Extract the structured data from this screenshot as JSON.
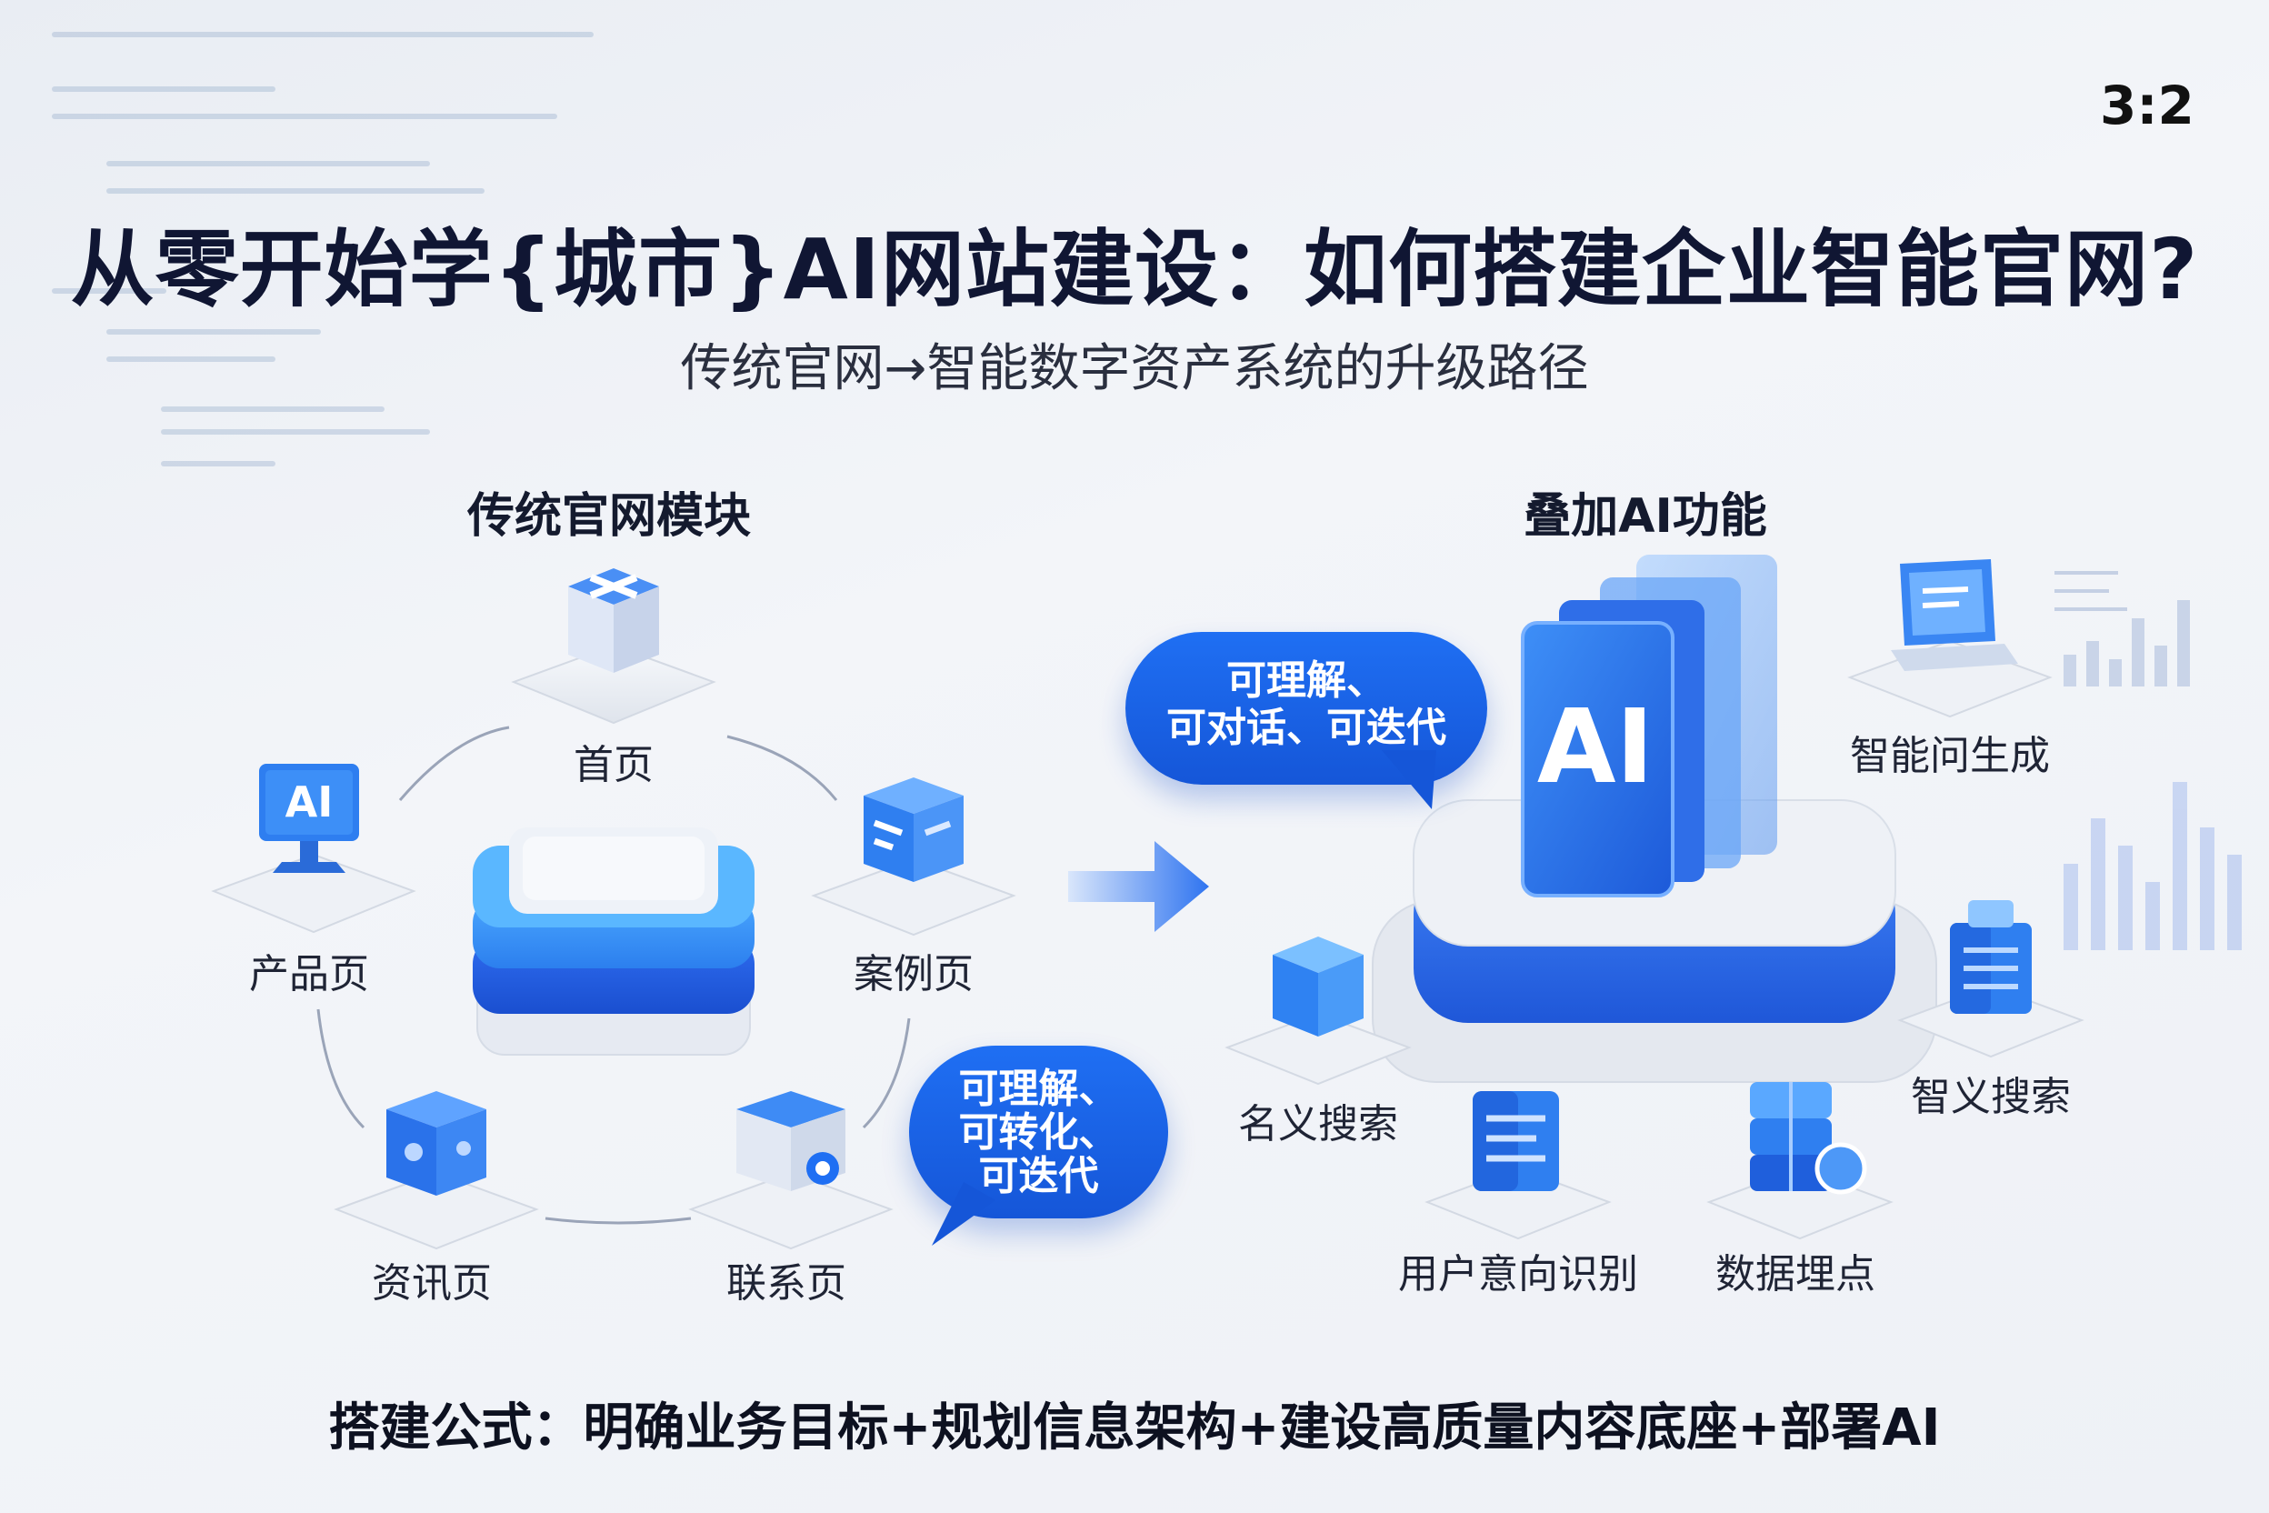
{
  "ratio": "3:2",
  "title": "从零开始学{城市}AI网站建设：如何搭建企业智能官网?",
  "subtitle": "传统官网→智能数字资产系统的升级路径",
  "left": {
    "heading": "传统官网模块",
    "nodes": {
      "home": "首页",
      "product": "产品页",
      "case": "案例页",
      "news": "资讯页",
      "contact": "联系页"
    },
    "bubble": [
      "可理解、",
      "可转化、",
      "可迭代"
    ]
  },
  "right": {
    "heading": "叠加AI功能",
    "core_text": "AI",
    "bubble": [
      "可理解、",
      "可对话、可迭代"
    ],
    "nodes": {
      "qa": "智能问生成",
      "semantic_search": "名义搜索",
      "smart_search": "智义搜索",
      "intent": "用户意向识别",
      "tracking": "数据埋点"
    }
  },
  "product_icon_text": "AI",
  "formula": "搭建公式：明确业务目标+规划信息架构+建设高质量内容底座+部署AI",
  "colors": {
    "primary": "#1f6ff3",
    "dark_blue": "#1a4fd0",
    "light_blue": "#5aa8ff",
    "platform": "#e4e8ef"
  }
}
